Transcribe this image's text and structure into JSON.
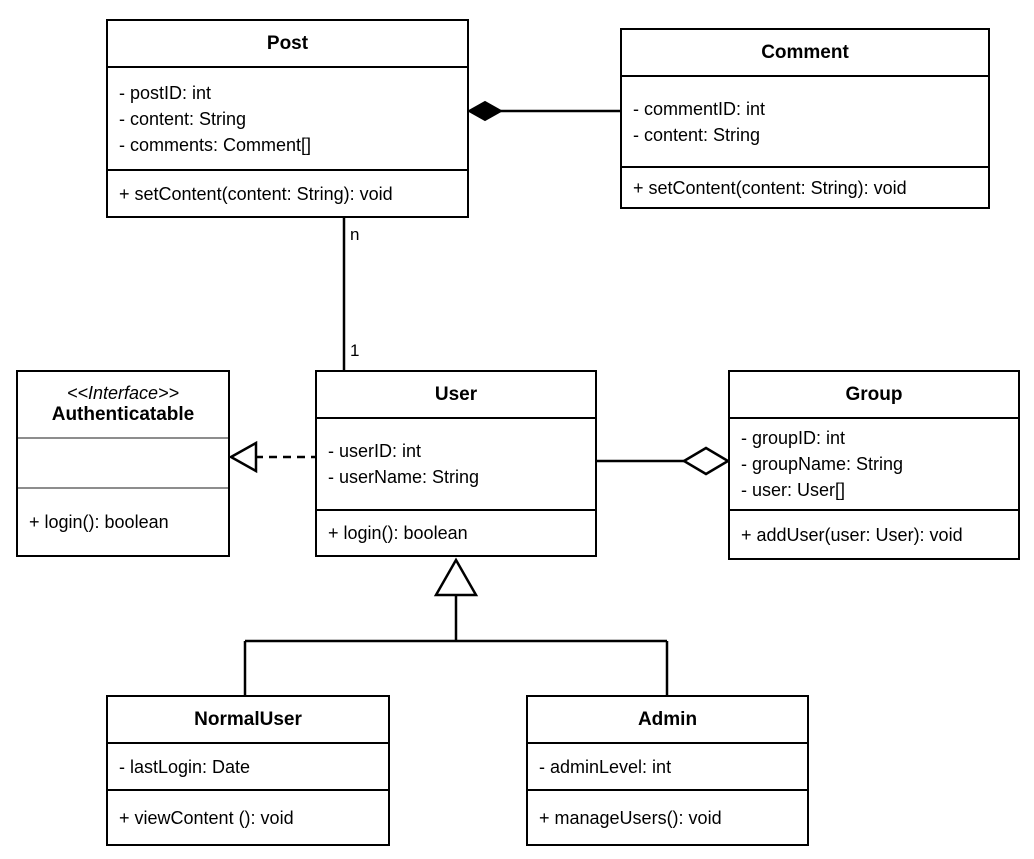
{
  "diagram": {
    "type": "uml-class-diagram",
    "background": "#ffffff",
    "line_color": "#000000",
    "gray_divider_color": "#8d8d8d"
  },
  "classes": {
    "post": {
      "name": "Post",
      "attributes": [
        "- postID: int",
        "- content: String",
        "- comments: Comment[]"
      ],
      "methods": [
        "+ setContent(content: String): void"
      ]
    },
    "comment": {
      "name": "Comment",
      "attributes": [
        "- commentID: int",
        "- content: String"
      ],
      "methods": [
        "+ setContent(content: String): void"
      ]
    },
    "authenticatable": {
      "stereotype": "<<Interface>>",
      "name": "Authenticatable",
      "attributes": [],
      "methods": [
        "+ login(): boolean"
      ]
    },
    "user": {
      "name": "User",
      "attributes": [
        "- userID: int",
        "- userName: String"
      ],
      "methods": [
        "+ login(): boolean"
      ]
    },
    "group": {
      "name": "Group",
      "attributes": [
        "- groupID: int",
        "- groupName: String",
        "- user: User[]"
      ],
      "methods": [
        "+ addUser(user: User): void"
      ]
    },
    "normaluser": {
      "name": "NormalUser",
      "attributes": [
        "- lastLogin: Date"
      ],
      "methods": [
        "+ viewContent (): void"
      ]
    },
    "admin": {
      "name": "Admin",
      "attributes": [
        "- adminLevel: int"
      ],
      "methods": [
        "+ manageUsers(): void"
      ]
    }
  },
  "relationships": {
    "post_comment": {
      "kind": "composition",
      "from": "Post",
      "to": "Comment",
      "marker": "filled-diamond"
    },
    "post_user": {
      "kind": "association",
      "from": "Post",
      "to": "User",
      "source_multiplicity": "n",
      "target_multiplicity": "1"
    },
    "user_authenticatable": {
      "kind": "realization",
      "from": "User",
      "to": "Authenticatable",
      "marker": "hollow-triangle",
      "line": "dashed"
    },
    "user_group": {
      "kind": "aggregation",
      "from": "User",
      "to": "Group",
      "marker": "hollow-diamond"
    },
    "normaluser_user": {
      "kind": "generalization",
      "from": "NormalUser",
      "to": "User",
      "marker": "hollow-triangle"
    },
    "admin_user": {
      "kind": "generalization",
      "from": "Admin",
      "to": "User",
      "marker": "hollow-triangle"
    }
  }
}
